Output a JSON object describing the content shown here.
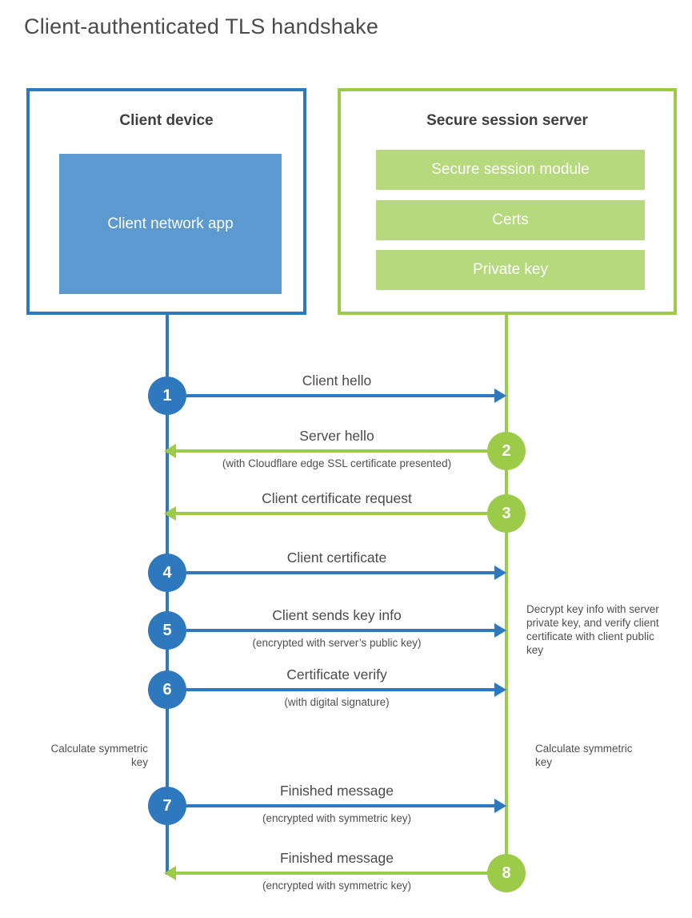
{
  "title": "Client-authenticated TLS handshake",
  "colors": {
    "blue_stroke": "#2e78be",
    "blue_fill": "#5b99ce",
    "green_stroke": "#9ccb4a",
    "green_fill": "#b5d97c",
    "heading_text": "#3f3f3f",
    "label_text": "#4a4a4a"
  },
  "client_box": {
    "title": "Client device",
    "app_label": "Client network app"
  },
  "server_box": {
    "title": "Secure session server",
    "modules": [
      "Secure session module",
      "Certs",
      "Private key"
    ]
  },
  "steps": [
    {
      "number": "1",
      "label": "Client hello",
      "sublabel": "",
      "direction": "right",
      "actor": "client"
    },
    {
      "number": "2",
      "label": "Server hello",
      "sublabel": "(with Cloudflare edge SSL certificate presented)",
      "direction": "left",
      "actor": "server"
    },
    {
      "number": "3",
      "label": "Client certificate request",
      "sublabel": "",
      "direction": "left",
      "actor": "server"
    },
    {
      "number": "4",
      "label": "Client certificate",
      "sublabel": "",
      "direction": "right",
      "actor": "client"
    },
    {
      "number": "5",
      "label": "Client sends key info",
      "sublabel": "(encrypted with server’s public key)",
      "direction": "right",
      "actor": "client"
    },
    {
      "number": "6",
      "label": "Certificate verify",
      "sublabel": "(with digital signature)",
      "direction": "right",
      "actor": "client"
    },
    {
      "number": "7",
      "label": "Finished message",
      "sublabel": "(encrypted with symmetric key)",
      "direction": "right",
      "actor": "client"
    },
    {
      "number": "8",
      "label": "Finished message",
      "sublabel": "(encrypted with symmetric key)",
      "direction": "left",
      "actor": "server"
    }
  ],
  "annotations": {
    "decrypt_note": "Decrypt key info with server private key, and verify client certificate with client public key",
    "calc_left": "Calculate symmetric key",
    "calc_right": "Calculate symmetric key"
  }
}
